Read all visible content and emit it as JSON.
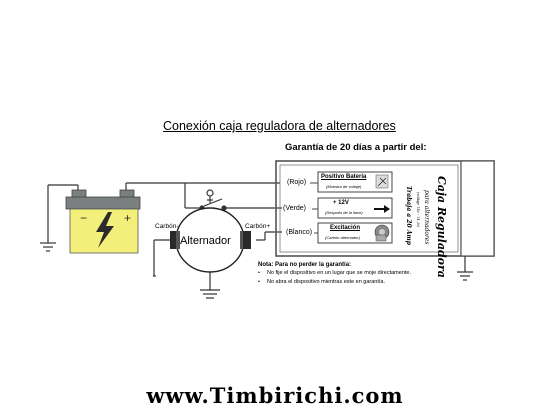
{
  "title": "Conexión caja reguladora de alternadores",
  "garantia": "Garantía de 20 días a partir del:",
  "wires": {
    "rojo": "(Rojo)",
    "verde": "(Verde)",
    "blanco": "(Blanco)"
  },
  "boxes": {
    "positivo": {
      "title": "Positivo Batería",
      "sub": "(Muestra de voltaje)"
    },
    "mas12v": {
      "title": "+ 12V",
      "sub": "(Después de la llave)"
    },
    "excitacion": {
      "title": "Excitación",
      "sub": "(Carbón alternador)"
    }
  },
  "alternador": {
    "label": "Alternador",
    "carbon_left": "Carbón-",
    "carbon_right": "Carbón+"
  },
  "regulator": {
    "main_text": "Caja Reguladora",
    "sub_text": "para alternadores",
    "side_text": "Trabaja a 20 Amp",
    "small_text": "(voltaje 14v - 14.3v)"
  },
  "nota": {
    "title": "Nota: Para no perder  la garantía:",
    "items": [
      "No fije el dispositivo en un lugar que se moje directamente.",
      "No abra el dispositivo mientras este en garantía."
    ]
  },
  "footer": "www.Timbirichi.com",
  "colors": {
    "line": "#333333",
    "battery_yellow": "#f2ef7a",
    "battery_dark": "#7a7f80",
    "alternator_fill": "#2a2a2a"
  }
}
